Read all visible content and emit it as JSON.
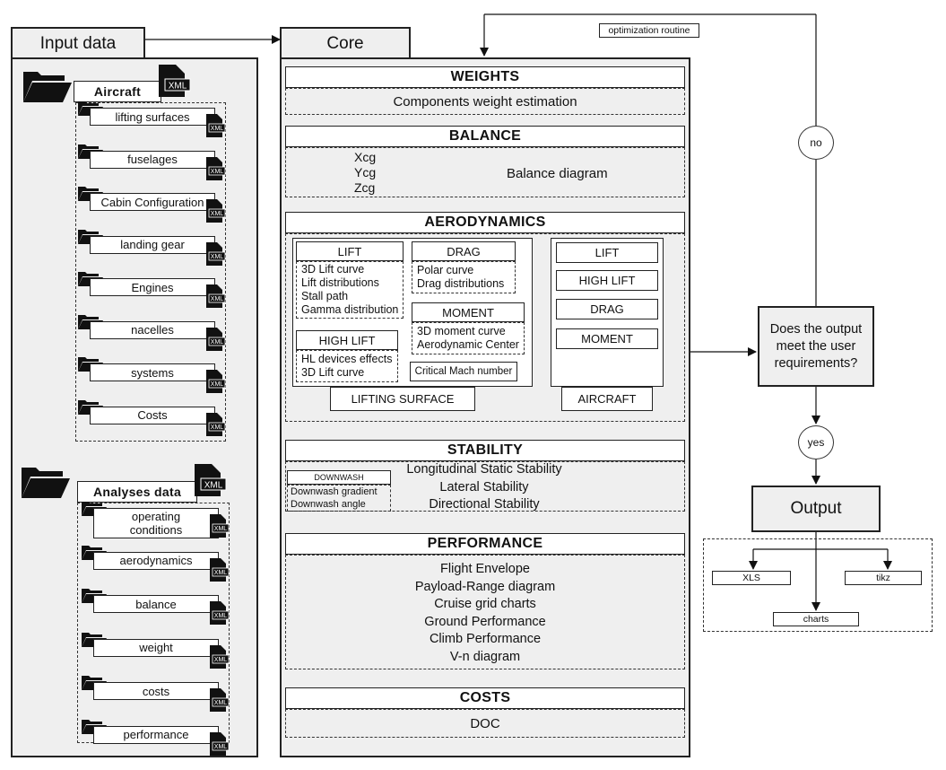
{
  "input": {
    "tab": "Input data",
    "aircraft_label": "Aircraft",
    "aircraft_files": [
      "lifting surfaces",
      "fuselages",
      "Cabin Configuration",
      "landing gear",
      "Engines",
      "nacelles",
      "systems",
      "Costs"
    ],
    "analyses_label": "Analyses data",
    "analyses_files": [
      "operating conditions",
      "aerodynamics",
      "balance",
      "weight",
      "costs",
      "performance"
    ],
    "xml_badge": "XML"
  },
  "core": {
    "tab": "Core",
    "weights": {
      "title": "WEIGHTS",
      "body": "Components weight estimation"
    },
    "balance": {
      "title": "BALANCE",
      "coords": [
        "Xcg",
        "Ycg",
        "Zcg"
      ],
      "diagram": "Balance diagram"
    },
    "aerodynamics": {
      "title": "AERODYNAMICS",
      "lift": {
        "title": "LIFT",
        "items": [
          "3D Lift curve",
          "Lift distributions",
          "Stall path",
          "Gamma distribution"
        ]
      },
      "drag": {
        "title": "DRAG",
        "items": [
          "Polar curve",
          "Drag distributions"
        ]
      },
      "moment": {
        "title": "MOMENT",
        "items": [
          "3D moment curve",
          "Aerodynamic Center"
        ]
      },
      "high_lift": {
        "title": "HIGH LIFT",
        "items": [
          "HL devices effects",
          "3D Lift curve"
        ]
      },
      "critical_mach": "Critical Mach number",
      "lifting_surface_label": "LIFTING SURFACE",
      "aircraft_items": [
        "LIFT",
        "HIGH LIFT",
        "DRAG",
        "MOMENT"
      ],
      "aircraft_label": "AIRCRAFT"
    },
    "stability": {
      "title": "STABILITY",
      "downwash": {
        "title": "DOWNWASH",
        "items": [
          "Downwash gradient",
          "Downwash angle"
        ]
      },
      "items": [
        "Longitudinal Static Stability",
        "Lateral Stability",
        "Directional Stability"
      ]
    },
    "performance": {
      "title": "PERFORMANCE",
      "items": [
        "Flight Envelope",
        "Payload-Range diagram",
        "Cruise grid charts",
        "Ground Performance",
        "Climb Performance",
        "V-n diagram"
      ]
    },
    "costs": {
      "title": "COSTS",
      "body": "DOC"
    }
  },
  "flow": {
    "optimization": "optimization routine",
    "decision": "Does the output meet the user requirements?",
    "no": "no",
    "yes": "yes",
    "output": "Output",
    "formats": {
      "xls": "XLS",
      "tikz": "tikz",
      "charts": "charts"
    }
  }
}
